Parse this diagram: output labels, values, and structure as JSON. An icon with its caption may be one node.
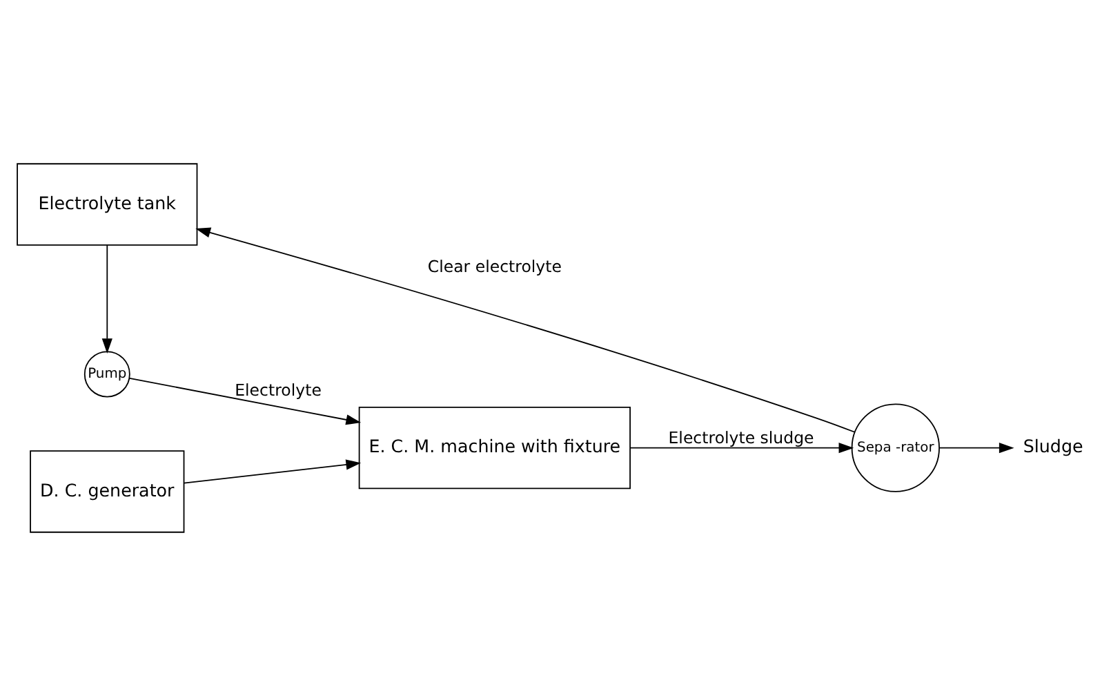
{
  "diagram": {
    "nodes": [
      {
        "text": [
          "Electrolyte tank"
        ]
      },
      {
        "text": [
          "Pump"
        ]
      },
      {
        "text": [
          "D. C. generator"
        ]
      },
      {
        "text": [
          "E. C. M. machine with fixture"
        ]
      },
      {
        "text": [
          "Sepa -rator"
        ]
      },
      {
        "text": [
          "Sludge"
        ]
      }
    ],
    "edges": [
      {
        "from": 0,
        "to": 1,
        "arrow": "to"
      },
      {
        "from": 1,
        "to": 3,
        "arrow": "to",
        "label": "Electrolyte"
      },
      {
        "from": 2,
        "to": 3,
        "arrow": "to"
      },
      {
        "from": 3,
        "to": 4,
        "arrow": "to",
        "label": "Electrolyte sludge"
      },
      {
        "from": 4,
        "to": 0,
        "arrow": "to",
        "label": "Clear electrolyte"
      },
      {
        "from": 4,
        "to": 5,
        "arrow": "to"
      }
    ]
  }
}
